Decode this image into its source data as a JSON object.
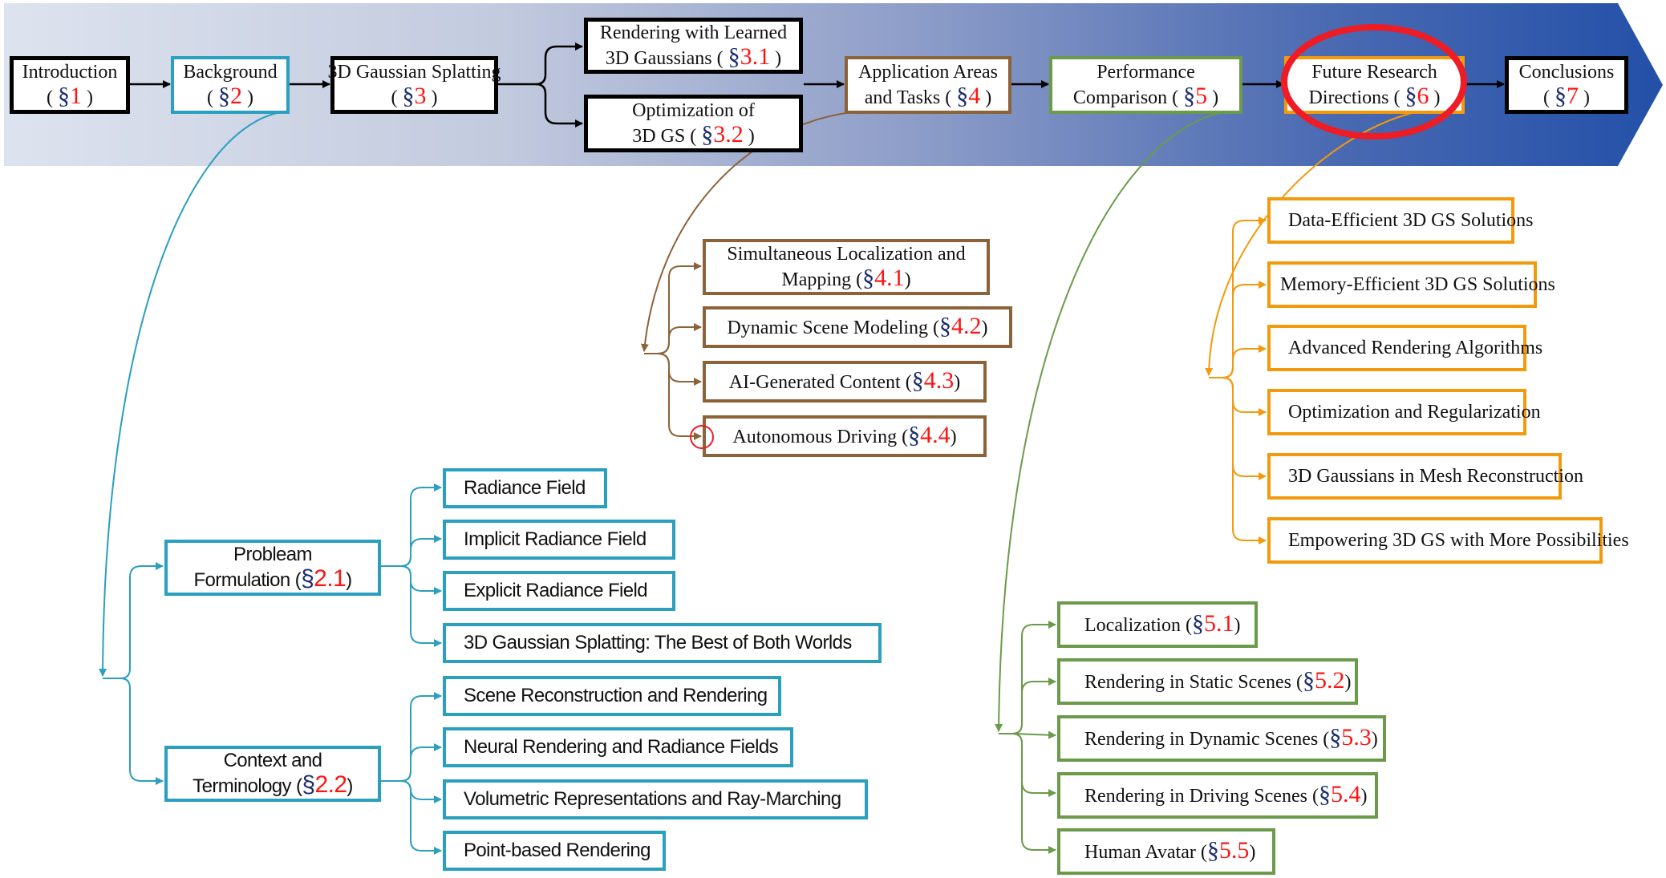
{
  "diagram": {
    "colors": {
      "banner_start": "#dde3ee",
      "banner_end": "#2350a8",
      "main_border": "#000000",
      "background_branch": "#2a9fbe",
      "applications_branch": "#8c6239",
      "performance_branch": "#6b9a4b",
      "future_branch": "#f29a0c",
      "section_number": "#ff1414",
      "highlight": "#ee1c25"
    },
    "main_flow": [
      {
        "id": "intro",
        "line1": "Introduction",
        "line2_prefix": "( ",
        "sec": "§",
        "num": "1",
        "suffix": " )"
      },
      {
        "id": "background",
        "line1": "Background",
        "line2_prefix": "( ",
        "sec": "§",
        "num": "2",
        "suffix": " )"
      },
      {
        "id": "gs",
        "line1": "3D Gaussian Splatting",
        "line2_prefix": "( ",
        "sec": "§",
        "num": "3",
        "suffix": " )"
      },
      {
        "id": "gs_render",
        "line1": "Rendering with Learned",
        "line2_prefix": "3D Gaussians ( ",
        "sec": "§",
        "num": "3.1",
        "suffix": " )"
      },
      {
        "id": "gs_opt",
        "line1": "Optimization of",
        "line2_prefix": "3D GS ( ",
        "sec": "§",
        "num": "3.2",
        "suffix": " )"
      },
      {
        "id": "apps",
        "line1": "Application Areas",
        "line2_prefix": "and Tasks ( ",
        "sec": "§",
        "num": "4",
        "suffix": " )"
      },
      {
        "id": "perf",
        "line1": "Performance",
        "line2_prefix": "Comparison ( ",
        "sec": "§",
        "num": "5",
        "suffix": " )"
      },
      {
        "id": "future",
        "line1": "Future Research",
        "line2_prefix": "Directions ( ",
        "sec": "§",
        "num": "6",
        "suffix": " )"
      },
      {
        "id": "concl",
        "line1": "Conclusions",
        "line2_prefix": "( ",
        "sec": "§",
        "num": "7",
        "suffix": " )"
      }
    ],
    "background_children": [
      {
        "line1": "Probleam",
        "line2_prefix": "Formulation  (",
        "sec": "§",
        "num": "2.1",
        "suffix": ")",
        "children": [
          "Radiance Field",
          "Implicit Radiance Field",
          "Explicit Radiance Field",
          "3D Gaussian Splatting: The Best of Both Worlds"
        ]
      },
      {
        "line1": "Context and",
        "line2_prefix": "Terminology  (",
        "sec": "§",
        "num": "2.2",
        "suffix": ")",
        "children": [
          "Scene Reconstruction and Rendering",
          "Neural Rendering and Radiance Fields",
          "Volumetric Representations and Ray-Marching",
          "Point-based Rendering"
        ]
      }
    ],
    "application_children": [
      {
        "line1": "Simultaneous Localization and",
        "line2_prefix": "Mapping  (",
        "sec": "§",
        "num": "4.1",
        "suffix": ")"
      },
      {
        "line1": "",
        "line2_prefix": "Dynamic Scene Modeling (",
        "sec": "§",
        "num": "4.2",
        "suffix": ")"
      },
      {
        "line1": "",
        "line2_prefix": "AI-Generated Content (",
        "sec": "§",
        "num": "4.3",
        "suffix": ")"
      },
      {
        "line1": "",
        "line2_prefix": "Autonomous Driving  (",
        "sec": "§",
        "num": "4.4",
        "suffix": ")"
      }
    ],
    "performance_children": [
      {
        "line2_prefix": "Localization  (",
        "sec": "§",
        "num": "5.1",
        "suffix": ")"
      },
      {
        "line2_prefix": "Rendering in Static Scenes  (",
        "sec": "§",
        "num": "5.2",
        "suffix": ")"
      },
      {
        "line2_prefix": "Rendering in Dynamic Scenes  (",
        "sec": "§",
        "num": "5.3",
        "suffix": ")"
      },
      {
        "line2_prefix": "Rendering in Driving Scenes  (",
        "sec": "§",
        "num": "5.4",
        "suffix": ")"
      },
      {
        "line2_prefix": "Human Avatar  (",
        "sec": "§",
        "num": "5.5",
        "suffix": ")"
      }
    ],
    "future_children": [
      "Data-Efficient 3D GS Solutions",
      "Memory-Efficient 3D GS Solutions",
      "Advanced Rendering Algorithms",
      "Optimization and Regularization",
      "3D Gaussians in Mesh Reconstruction",
      "Empowering 3D GS with More Possibilities"
    ],
    "annotations": {
      "highlighted_section": "Future Research Directions",
      "marked_item": "Autonomous Driving"
    }
  }
}
